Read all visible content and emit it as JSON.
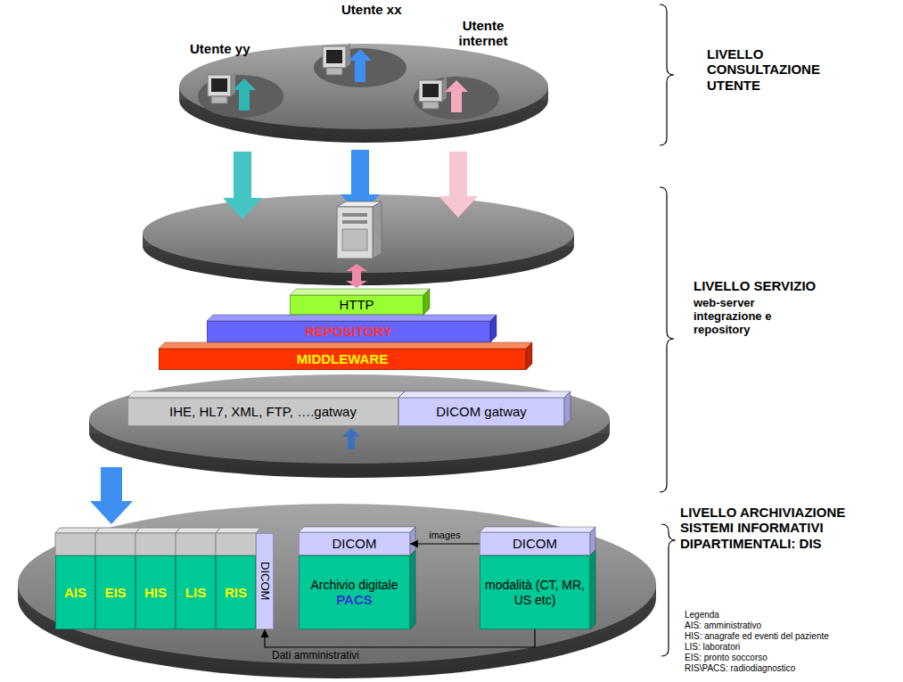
{
  "diagram": {
    "nodes": [
      {
        "text": [
          "HTTP"
        ]
      },
      {
        "text": [
          "REPOSITORY"
        ]
      },
      {
        "text": [
          "MIDDLEWARE"
        ]
      },
      {
        "text": [
          "IHE, HL7, XML, FTP, ….gatway"
        ]
      },
      {
        "text": [
          "DICOM gatway"
        ]
      },
      {
        "text": [
          "AIS"
        ]
      },
      {
        "text": [
          "EIS"
        ]
      },
      {
        "text": [
          "HIS"
        ]
      },
      {
        "text": [
          "LIS"
        ]
      },
      {
        "text": [
          "RIS"
        ]
      },
      {
        "text": [
          "DICOM"
        ]
      },
      {
        "text": [
          "DICOM"
        ]
      },
      {
        "text": [
          "Archivio digitale",
          "PACS"
        ]
      },
      {
        "text": [
          "DICOM"
        ]
      },
      {
        "text": [
          "modalità (CT, MR, US etc)"
        ]
      }
    ],
    "edges": [
      {
        "from": 13,
        "to": 11,
        "arrow": "to",
        "label": "images"
      },
      {
        "from": 14,
        "to": 10,
        "arrow": "to",
        "label": "Dati amministrativi"
      }
    ],
    "labels": [
      "Utente xx",
      "Utente yy",
      "Utente internet",
      "LIVELLO CONSULTAZIONE UTENTE",
      "LIVELLO SERVIZIO",
      "web-server integrazione e repository",
      "LIVELLO ARCHIVIAZIONE SISTEMI INFORMATIVI DIPARTIMENTALI: DIS",
      "Legenda",
      "AIS: amministrativo",
      "HIS: anagrafe ed eventi del paziente",
      "LIS: laboratori",
      "EIS: pronto soccorso",
      "RIS\\PACS: radiodiagnostico"
    ]
  }
}
